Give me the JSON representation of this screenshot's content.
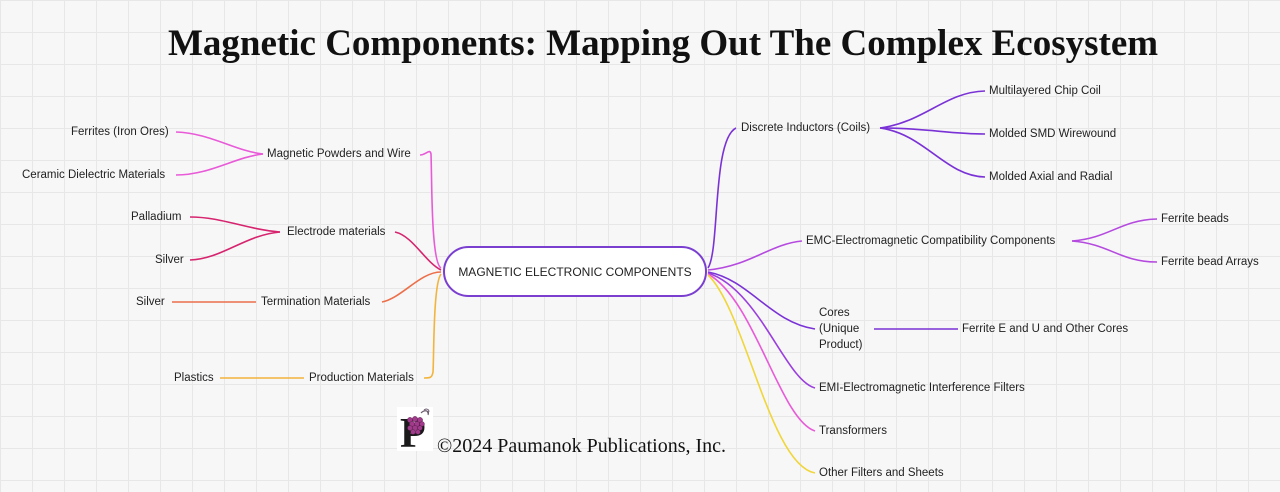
{
  "title": "Magnetic Components: Mapping Out The Complex Ecosystem",
  "center": {
    "label": "MAGNETIC ELECTRONIC COMPONENTS"
  },
  "left_branches": [
    {
      "label": "Magnetic Powders and Wire",
      "children": [
        "Ferrites (Iron Ores)",
        "Ceramic Dielectric Materials"
      ],
      "color": "#e85ad8"
    },
    {
      "label": "Electrode materials",
      "children": [
        "Palladium",
        "Silver"
      ],
      "color": "#d6246e"
    },
    {
      "label": "Termination Materials",
      "children": [
        "Silver"
      ],
      "color": "#ec6f4a"
    },
    {
      "label": "Production Materials",
      "children": [
        "Plastics"
      ],
      "color": "#f2b43c"
    }
  ],
  "right_branches": [
    {
      "label": "Discrete Inductors (Coils)",
      "children": [
        "Multilayered Chip Coil",
        "Molded SMD Wirewound",
        "Molded Axial and Radial"
      ],
      "color": "#7a32d6"
    },
    {
      "label": "EMC-Electromagnetic Compatibility Components",
      "children": [
        "Ferrite beads",
        "Ferrite bead Arrays"
      ],
      "color": "#b54adf"
    },
    {
      "label": "Cores\n(Unique\nProduct)",
      "children": [
        "Ferrite E and U and Other Cores"
      ],
      "color": "#7a32d6"
    },
    {
      "label": "EMI-Electromagnetic Interference Filters",
      "children": [],
      "color": "#9a3fde"
    },
    {
      "label": "Transformers",
      "children": [],
      "color": "#e85ad8"
    },
    {
      "label": "Other Filters and Sheets",
      "children": [],
      "color": "#f0d63a"
    }
  ],
  "copyright": "©2024 Paumanok Publications, Inc.",
  "logo_icon": "grape-p-logo-icon"
}
